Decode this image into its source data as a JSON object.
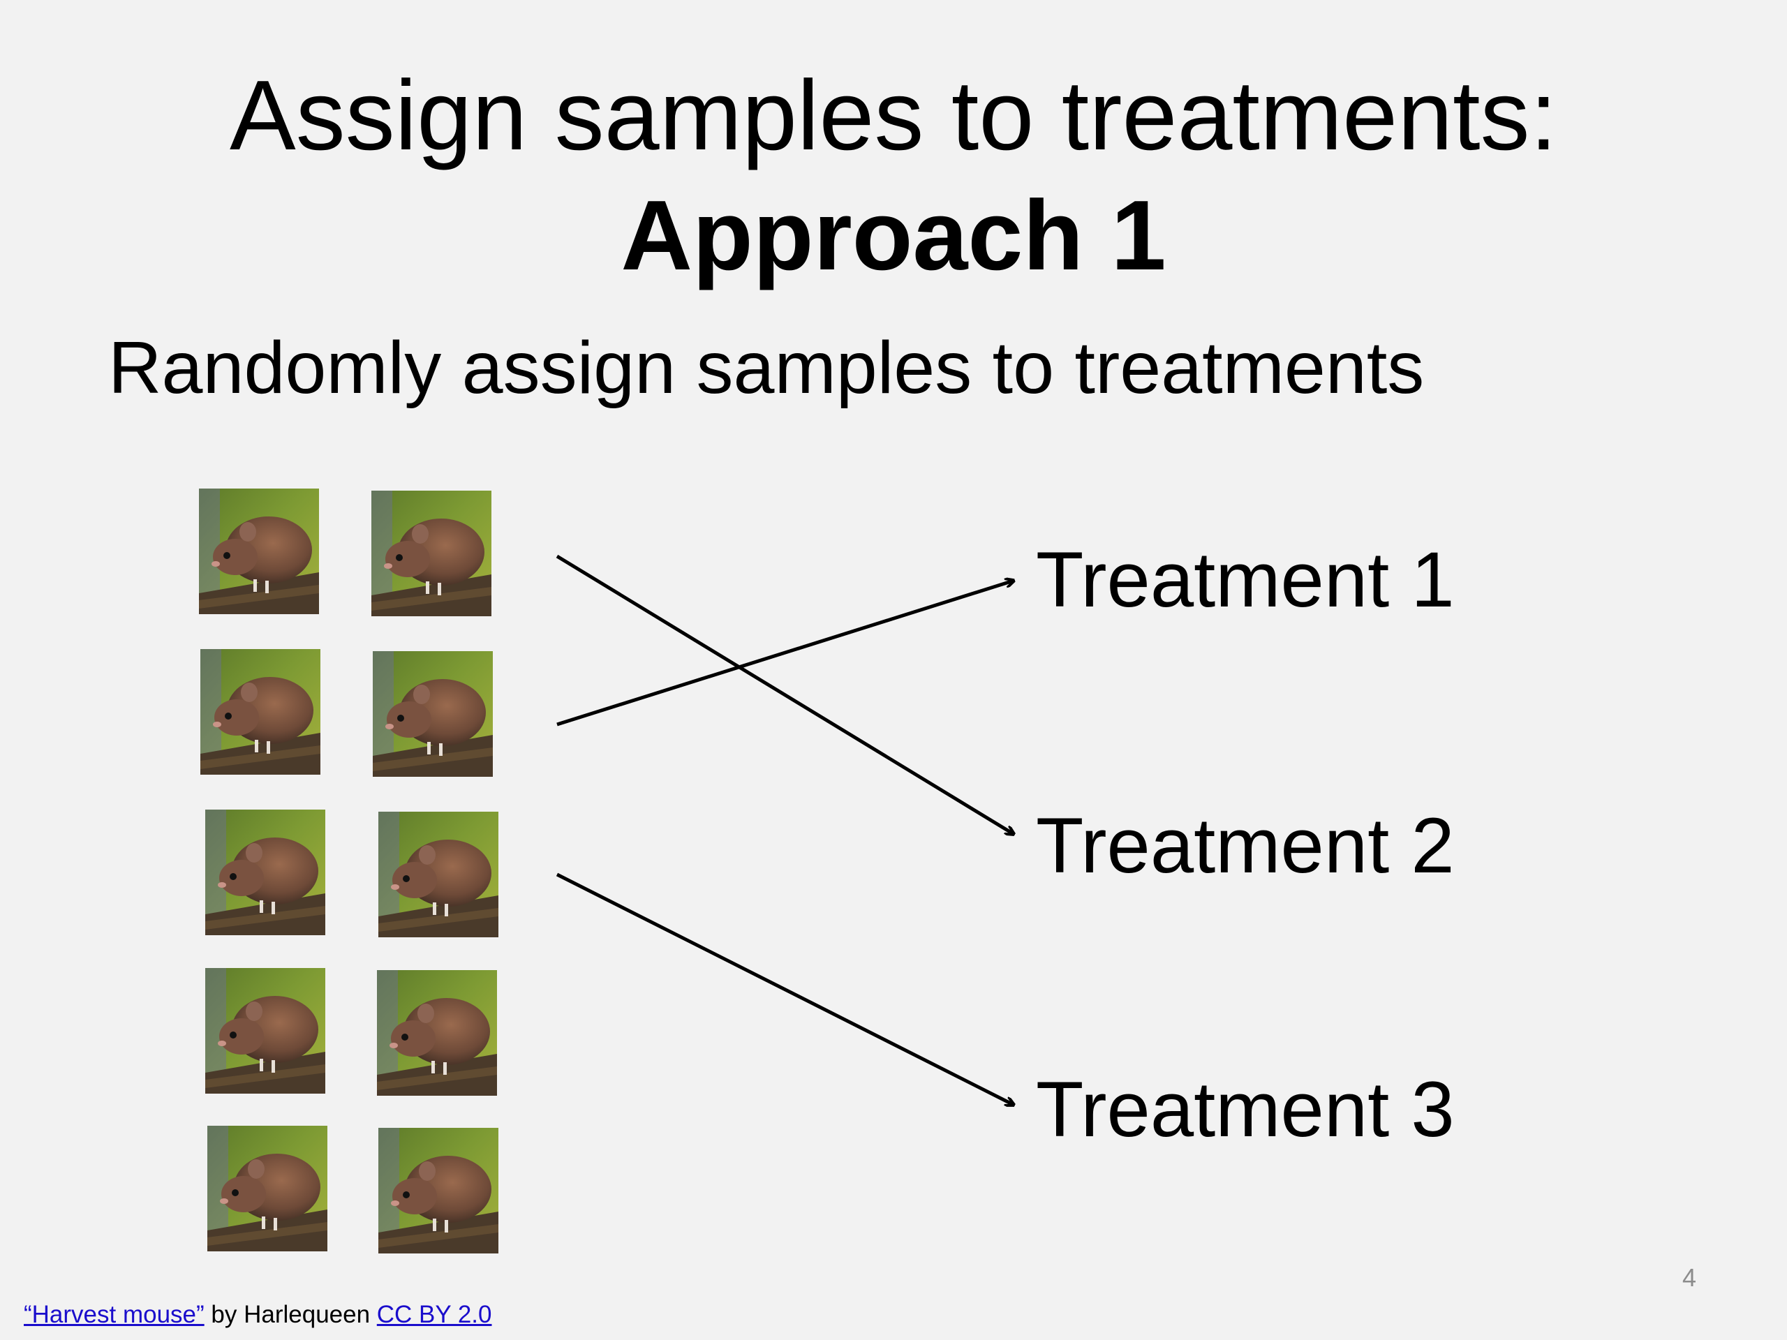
{
  "slide": {
    "title_line1": "Assign samples to treatments:",
    "title_line2": "Approach 1",
    "subtitle": "Randomly assign samples to treatments",
    "treatments": [
      "Treatment 1",
      "Treatment 2",
      "Treatment 3"
    ],
    "page_number": "4",
    "credit": {
      "link_text": "“Harvest mouse”",
      "by_text": " by Harlequeen ",
      "license_text": "CC BY 2.0"
    }
  },
  "images": {
    "sample_icon": "harvest-mouse-photo",
    "count": 10
  },
  "colors": {
    "background": "#f2f2f2",
    "text": "#000000",
    "link": "#1a0dcc",
    "page_number": "#8c8c8c"
  }
}
